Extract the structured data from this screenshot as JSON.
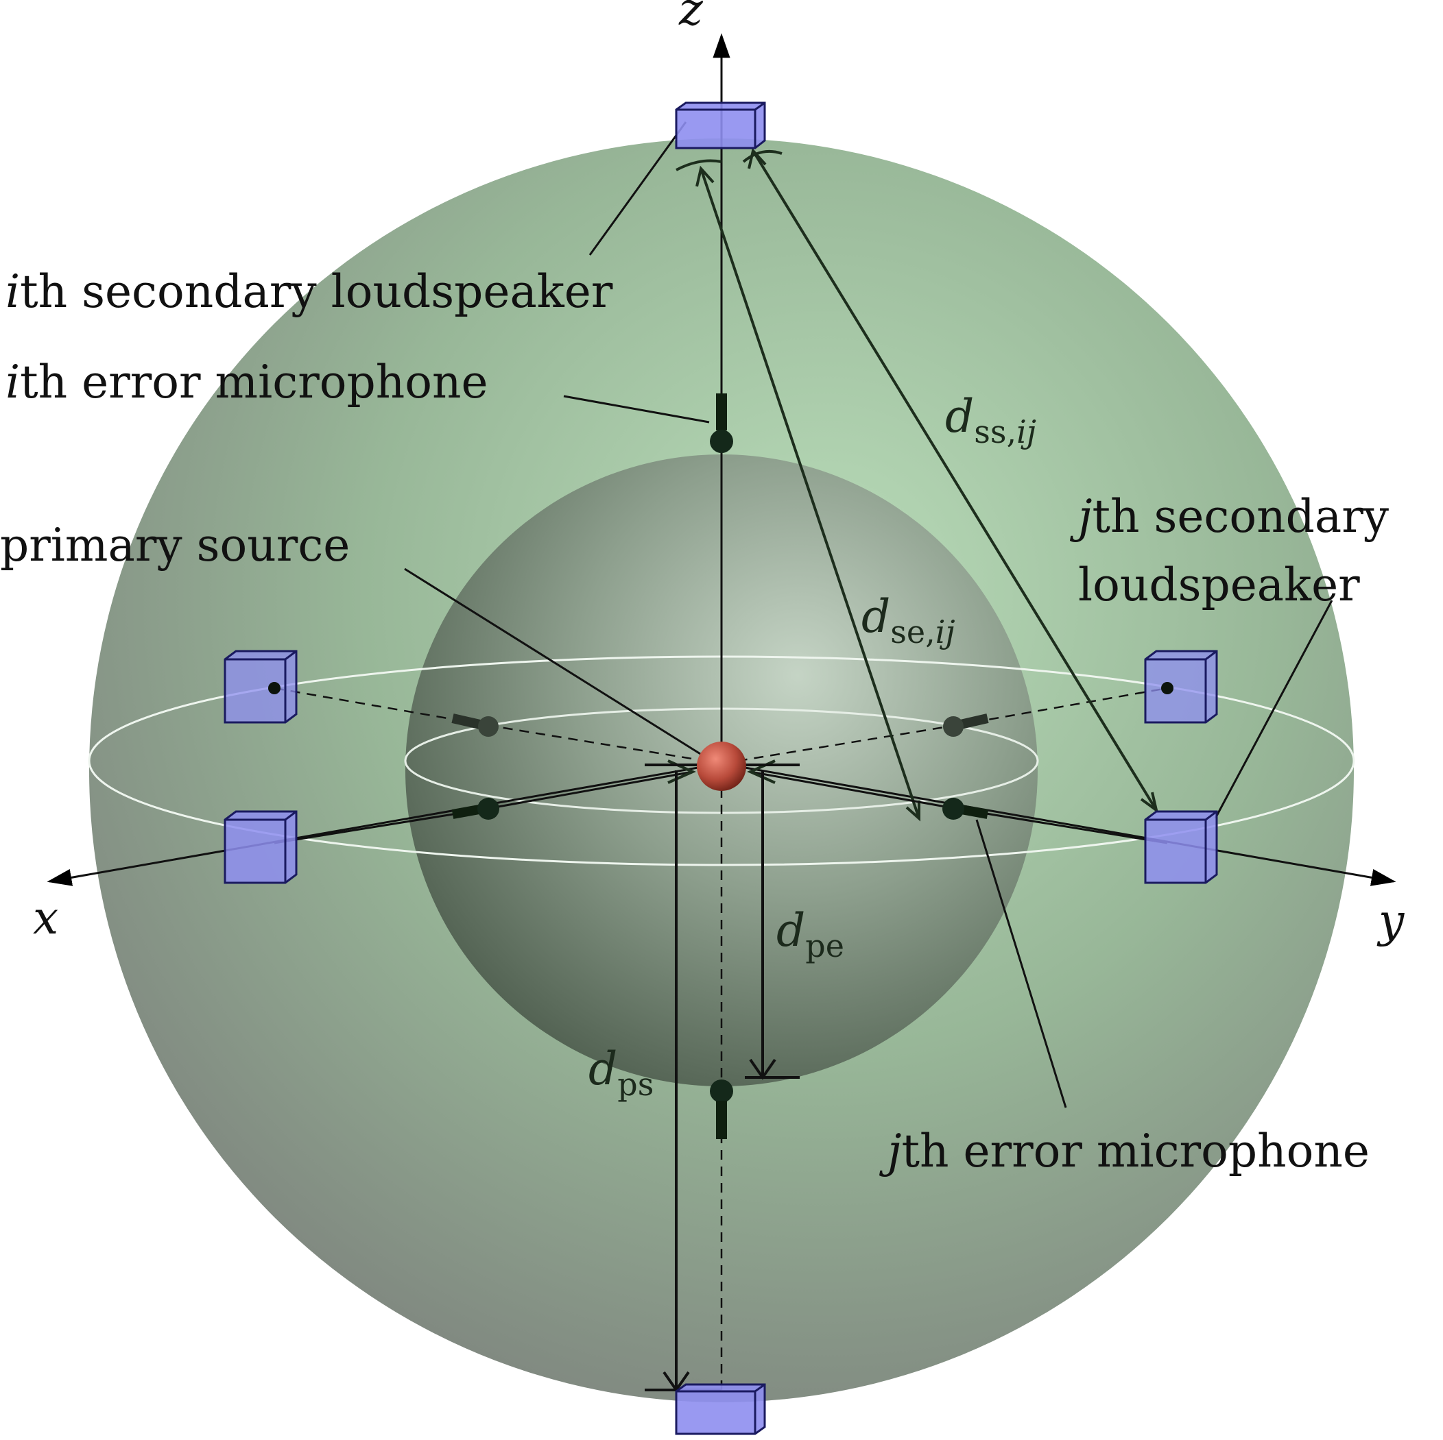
{
  "labels": {
    "axis_x": "x",
    "axis_y": "y",
    "axis_z": "z",
    "i_loudspeaker_prefix": "i",
    "i_loudspeaker_text": "th secondary loudspeaker",
    "i_mic_prefix": "i",
    "i_mic_text": "th error microphone",
    "primary_source": "primary source",
    "j_loudspeaker_prefix": "j",
    "j_loudspeaker_text_1": "th secondary",
    "j_loudspeaker_text_2": "loudspeaker",
    "j_mic_prefix": "j",
    "j_mic_text": "th error microphone",
    "d_ss": "d",
    "d_ss_sub_a": "ss,",
    "d_ss_sub_b": "ij",
    "d_se": "d",
    "d_se_sub_a": "se,",
    "d_se_sub_b": "ij",
    "d_pe": "d",
    "d_pe_sub": "pe",
    "d_ps": "d",
    "d_ps_sub": "ps"
  },
  "colors": {
    "outer_sphere": "#8fae8f",
    "inner_sphere": "#6f7f6f",
    "loudspeaker_face": "#8f8ff0",
    "primary_source": "#b84a3a",
    "microphone": "#152515",
    "line": "#111111"
  }
}
